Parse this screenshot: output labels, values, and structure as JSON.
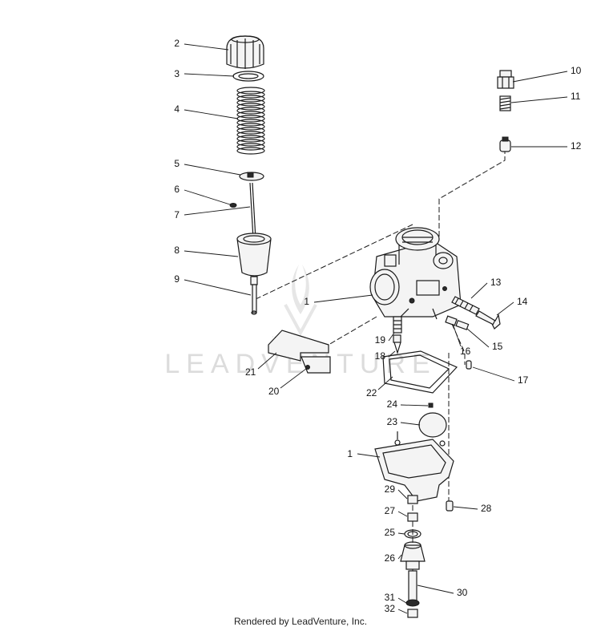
{
  "watermark": {
    "text": "LEADVENTURE"
  },
  "footer": {
    "credit": "Rendered by LeadVenture, Inc."
  },
  "callouts": [
    {
      "n": "2"
    },
    {
      "n": "3"
    },
    {
      "n": "4"
    },
    {
      "n": "5"
    },
    {
      "n": "6"
    },
    {
      "n": "7"
    },
    {
      "n": "8"
    },
    {
      "n": "9"
    },
    {
      "n": "10"
    },
    {
      "n": "11"
    },
    {
      "n": "12"
    },
    {
      "n": "1"
    },
    {
      "n": "13"
    },
    {
      "n": "14"
    },
    {
      "n": "15"
    },
    {
      "n": "16"
    },
    {
      "n": "17"
    },
    {
      "n": "19"
    },
    {
      "n": "18"
    },
    {
      "n": "21"
    },
    {
      "n": "20"
    },
    {
      "n": "22"
    },
    {
      "n": "24"
    },
    {
      "n": "23"
    },
    {
      "n": "1"
    },
    {
      "n": "29"
    },
    {
      "n": "28"
    },
    {
      "n": "27"
    },
    {
      "n": "25"
    },
    {
      "n": "26"
    },
    {
      "n": "30"
    },
    {
      "n": "31"
    },
    {
      "n": "32"
    }
  ]
}
